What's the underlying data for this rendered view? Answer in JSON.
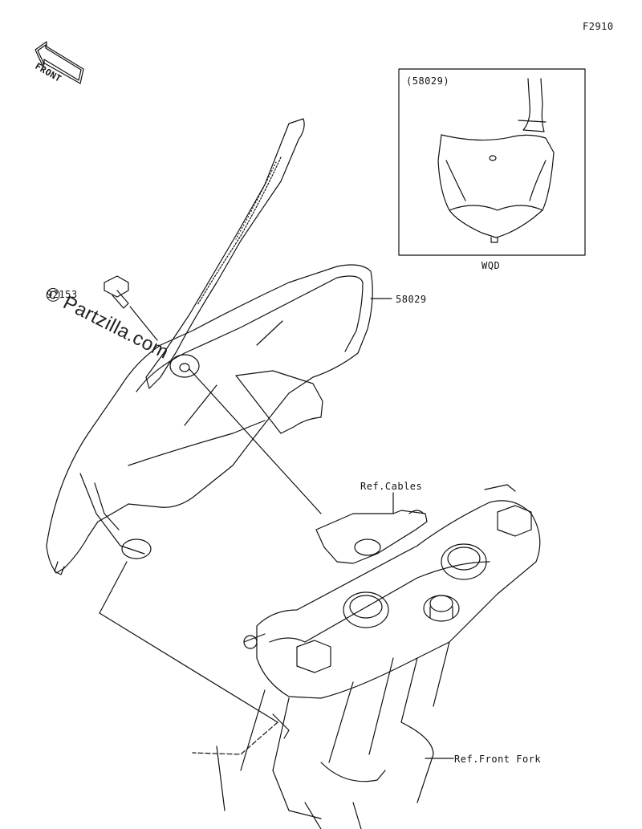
{
  "diagram_code": "F2910",
  "front_badge": "FRONT",
  "watermark": "© Partzilla.com",
  "inset": {
    "ref_label": "(58029)",
    "caption": "WQD"
  },
  "parts": [
    {
      "number": "92153"
    },
    {
      "number": "58029"
    }
  ],
  "refs": {
    "cables": "Ref.Cables",
    "front_fork": "Ref.Front Fork"
  }
}
